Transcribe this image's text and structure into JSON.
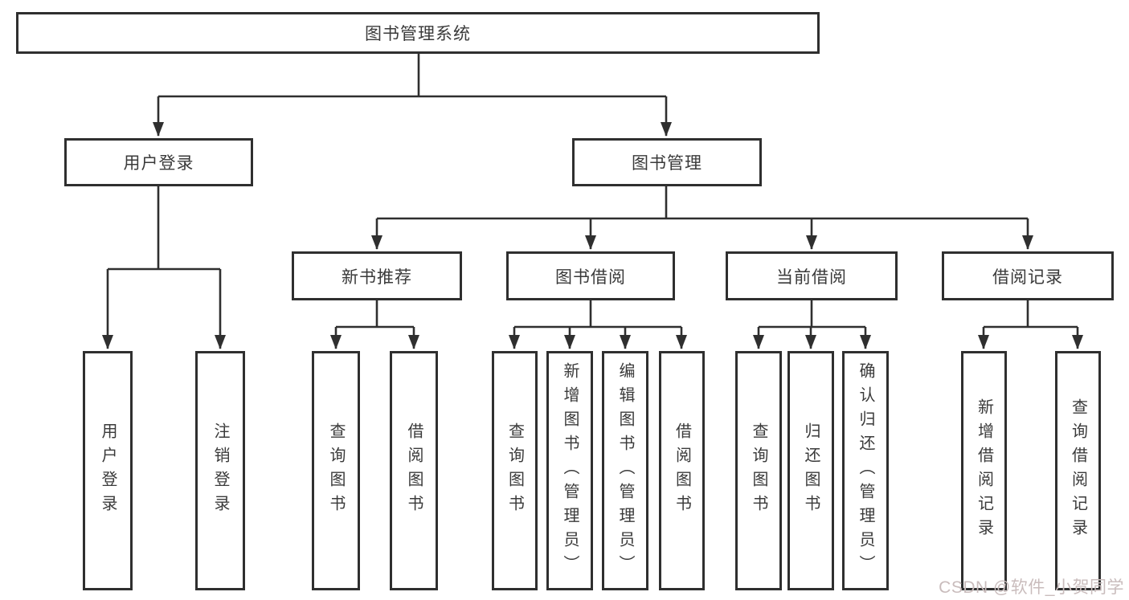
{
  "diagram": {
    "root": "图书管理系统",
    "level2": [
      "用户登录",
      "图书管理"
    ],
    "level3": [
      "新书推荐",
      "图书借阅",
      "当前借阅",
      "借阅记录"
    ],
    "leaves": [
      "用户登录",
      "注销登录",
      "查询图书",
      "借阅图书",
      "查询图书",
      "新增图书（管理员）",
      "编辑图书（管理员）",
      "借阅图书",
      "查询图书",
      "归还图书",
      "确认归还（管理员）",
      "新增借阅记录",
      "查询借阅记录"
    ],
    "hierarchy": [
      {
        "label": "用户登录",
        "children": [
          "用户登录",
          "注销登录"
        ]
      },
      {
        "label": "图书管理",
        "children": [
          {
            "label": "新书推荐",
            "children": [
              "查询图书",
              "借阅图书"
            ]
          },
          {
            "label": "图书借阅",
            "children": [
              "查询图书",
              "新增图书（管理员）",
              "编辑图书（管理员）",
              "借阅图书"
            ]
          },
          {
            "label": "当前借阅",
            "children": [
              "查询图书",
              "归还图书",
              "确认归还（管理员）"
            ]
          },
          {
            "label": "借阅记录",
            "children": [
              "新增借阅记录",
              "查询借阅记录"
            ]
          }
        ]
      }
    ]
  },
  "watermark": "CSDN @软件_小贺同学",
  "colors": {
    "line": "#2f2f2f",
    "text": "#3a3a3a",
    "background": "#ffffff",
    "watermark": "#c9bcbc"
  }
}
